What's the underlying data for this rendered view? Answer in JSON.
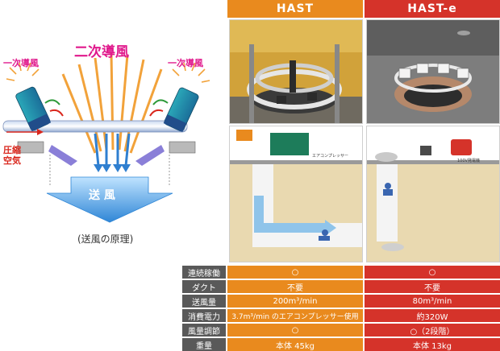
{
  "diagram": {
    "title": "二次導風",
    "left_label": "一次導風",
    "right_label": "一次導風",
    "compressed_air": [
      "圧縮",
      "空気"
    ],
    "blow_label": "送 風",
    "caption": "(送風の原理)"
  },
  "columns": {
    "hast": "HAST",
    "hast_e": "HAST-e"
  },
  "illustrations": {
    "hast_machine": "エアコンプレッサー",
    "hast_e_machine": "100V発電機"
  },
  "spec_table": {
    "rows": [
      {
        "label": "連続稼働",
        "hast": "○",
        "hast_e": "○"
      },
      {
        "label": "ダクト",
        "hast": "不要",
        "hast_e": "不要"
      },
      {
        "label": "送風量",
        "hast": "200m³/min",
        "hast_e": "80m³/min"
      },
      {
        "label": "消費電力",
        "hast": "3.7m³/min のエアコンプレッサー使用",
        "hast_e": "約320W"
      },
      {
        "label": "風量調節",
        "hast": "○",
        "hast_e": "○（2段階）"
      },
      {
        "label": "重量",
        "hast": "本体 45kg",
        "hast_e": "本体 13kg"
      }
    ]
  },
  "colors": {
    "hast": "#e98a1e",
    "hast_e": "#d5332a",
    "label": "#595959",
    "title_magenta": "#e0198c",
    "arrow_blue": "#3a8fd8"
  }
}
